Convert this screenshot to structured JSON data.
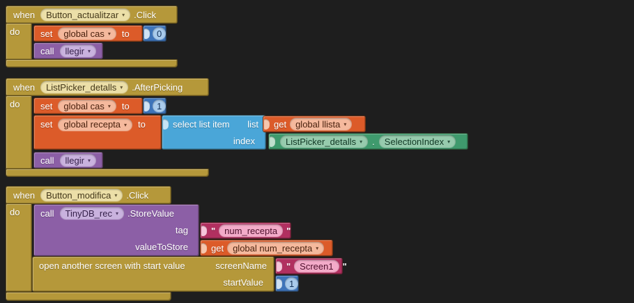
{
  "meta": {
    "app": "MIT App Inventor Blocks Editor",
    "workspace": "dark blocks viewer"
  },
  "colors": {
    "background": "#1e1e1e",
    "event_gold": "#b5983a",
    "variables_orange": "#dc5b29",
    "procedures_purple": "#8c5fa6",
    "math_blue": "#3e74b9",
    "lists_cyan": "#4aa6d8",
    "component_green": "#3f9a6d",
    "text_magenta": "#b13060"
  },
  "icons": {
    "dropdown_arrow": "▾"
  },
  "g1": {
    "when": "when",
    "component": "Button_actualitzar",
    "event": ".Click",
    "do_label": "do",
    "set_cas": {
      "set": "set",
      "var": "global cas",
      "to": "to",
      "value": "0"
    },
    "call": {
      "call": "call",
      "proc": "llegir"
    }
  },
  "g2": {
    "when": "when",
    "component": "ListPicker_detalls",
    "event": ".AfterPicking",
    "do_label": "do",
    "set_cas": {
      "set": "set",
      "var": "global cas",
      "to": "to",
      "value": "1"
    },
    "set_recepta": {
      "set": "set",
      "var": "global recepta",
      "to": "to"
    },
    "select": {
      "title": "select list item",
      "list_label": "list",
      "index_label": "index"
    },
    "get_llista": {
      "get": "get",
      "var": "global llista"
    },
    "picker_prop": {
      "component": "ListPicker_detalls",
      "dot": ".",
      "property": "SelectionIndex"
    },
    "call": {
      "call": "call",
      "proc": "llegir"
    }
  },
  "g3": {
    "when": "when",
    "component": "Button_modifica",
    "event": ".Click",
    "do_label": "do",
    "store": {
      "call": "call",
      "component": "TinyDB_rec",
      "method": ".StoreValue",
      "tag_label": "tag",
      "value_label": "valueToStore"
    },
    "tag_text": {
      "quote_open": "\"",
      "text": "num_recepta",
      "quote_close": "\""
    },
    "get_num": {
      "get": "get",
      "var": "global num_recepta"
    },
    "open_screen": {
      "title": "open another screen with start value",
      "screen_label": "screenName",
      "start_label": "startValue"
    },
    "screen_text": {
      "quote_open": "\"",
      "text": "Screen1",
      "quote_close": "\""
    },
    "start_value": {
      "value": "1"
    }
  }
}
